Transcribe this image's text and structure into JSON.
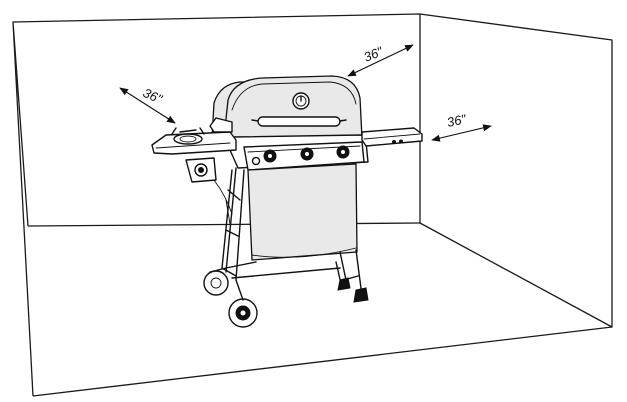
{
  "clearances": {
    "back": "36\"",
    "left": "36\"",
    "right": "36\""
  }
}
